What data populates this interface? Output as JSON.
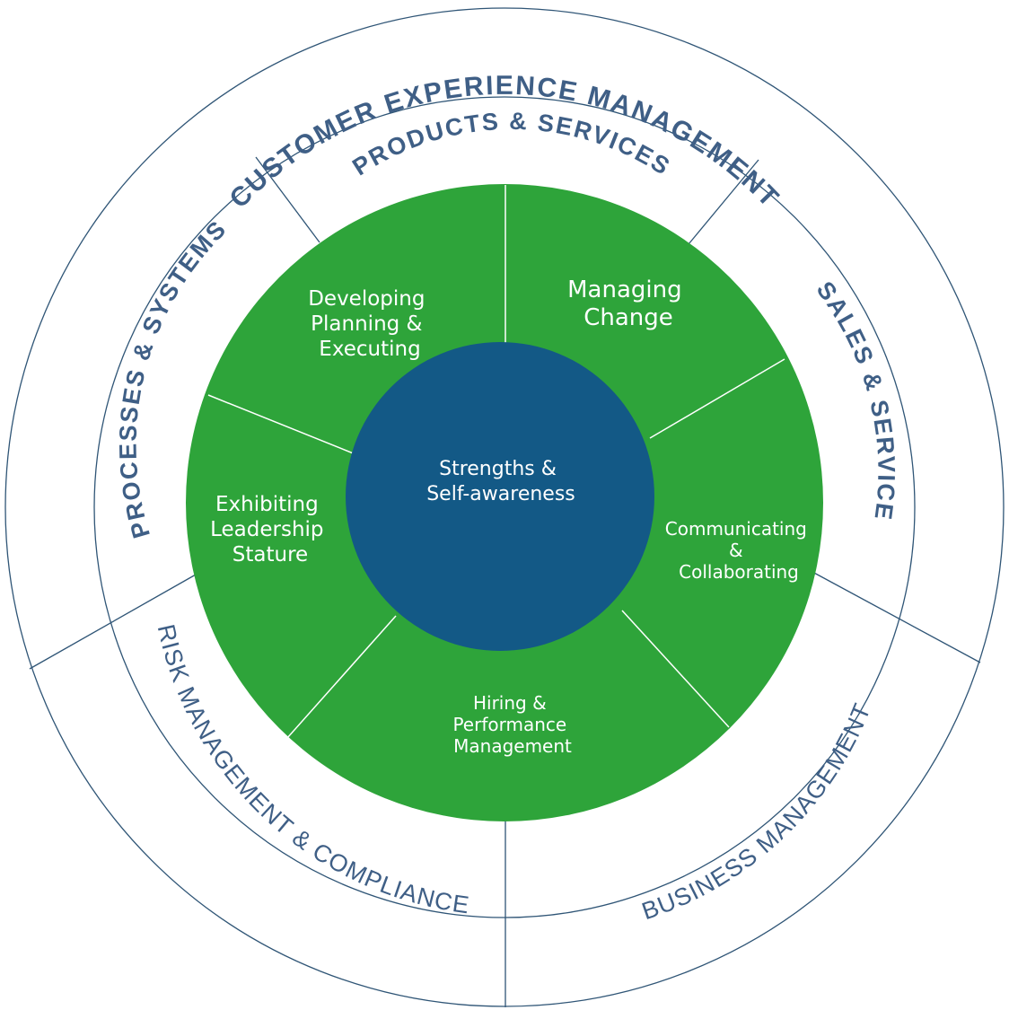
{
  "colors": {
    "outline": "#2f5576",
    "outer_text": "#3f5f86",
    "green": "#2ea43a",
    "center": "#135986",
    "inner_text": "#ffffff"
  },
  "outer_ring": {
    "top_label": "CUSTOMER EXPERIENCE MANAGEMENT"
  },
  "middle_ring": {
    "products": "PRODUCTS & SERVICES",
    "sales": "SALES & SERVICE",
    "processes": "PROCESSES & SYSTEMS",
    "risk": "RISK MANAGEMENT & COMPLIANCE",
    "business": "BUSINESS MANAGEMENT"
  },
  "inner_ring": {
    "developing": [
      "Developing",
      "Planning &",
      "Executing"
    ],
    "managing": [
      "Managing",
      "Change"
    ],
    "communicating": [
      "Communicating",
      "&",
      "Collaborating"
    ],
    "hiring": [
      "Hiring &",
      "Performance",
      "Management"
    ],
    "exhibiting": [
      "Exhibiting",
      "Leadership",
      "Stature"
    ]
  },
  "center": [
    "Strengths &",
    "Self-awareness"
  ]
}
